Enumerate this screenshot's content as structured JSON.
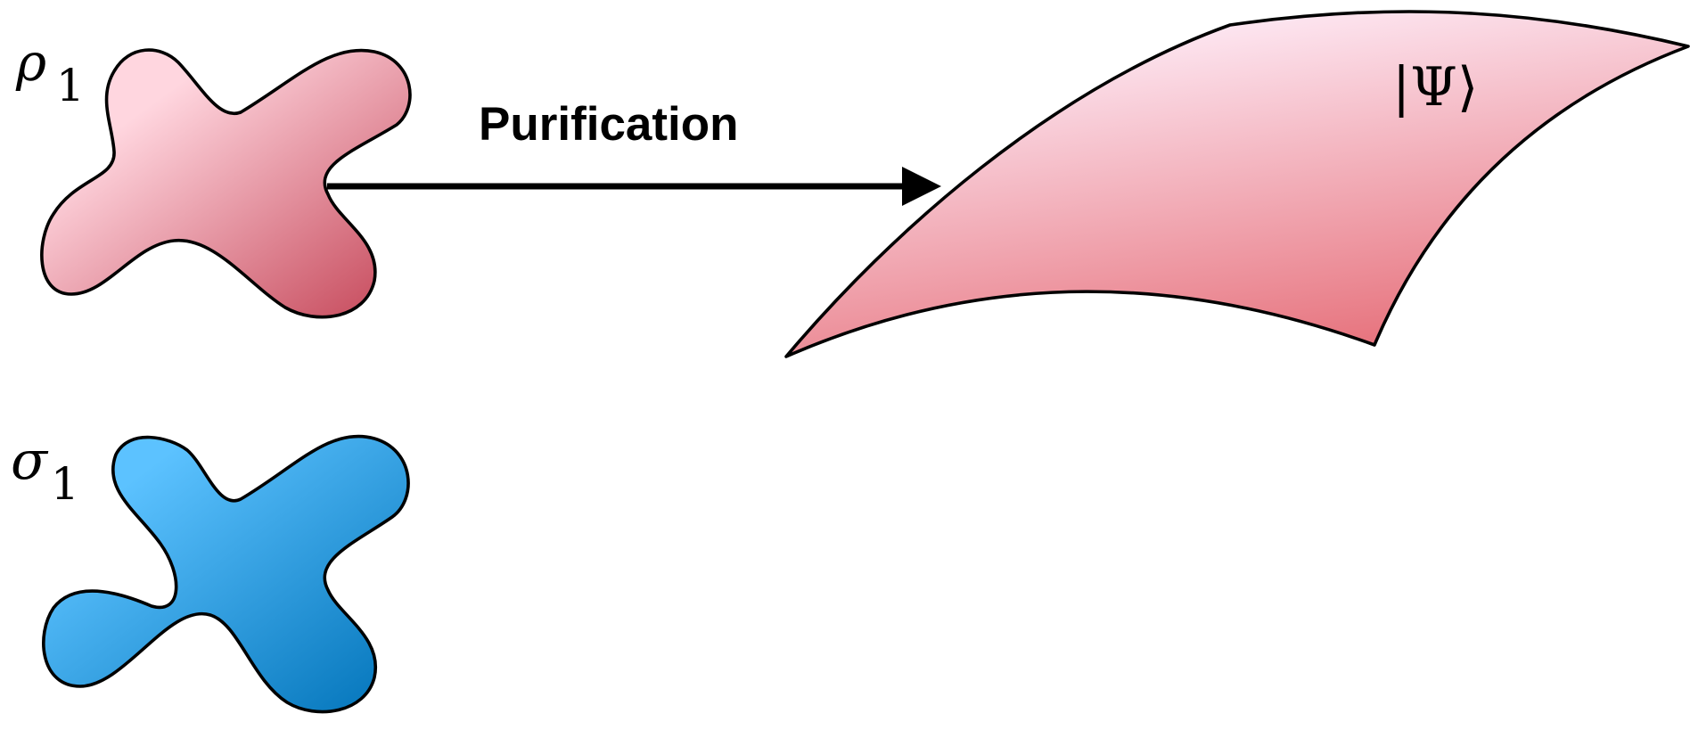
{
  "shapes": {
    "rho": {
      "symbol": "ρ",
      "subscript": "1",
      "gradient": {
        "start": "#ffd6df",
        "end": "#c44456"
      }
    },
    "sigma": {
      "symbol": "σ",
      "subscript": "1",
      "gradient": {
        "start": "#5cc2ff",
        "end": "#0072b8"
      }
    },
    "surface": {
      "label": "|Ψ⟩",
      "gradient": {
        "start": "#fff0fb",
        "end": "#e56b75"
      }
    }
  },
  "arrow": {
    "label": "Purification",
    "color": "#000000"
  }
}
